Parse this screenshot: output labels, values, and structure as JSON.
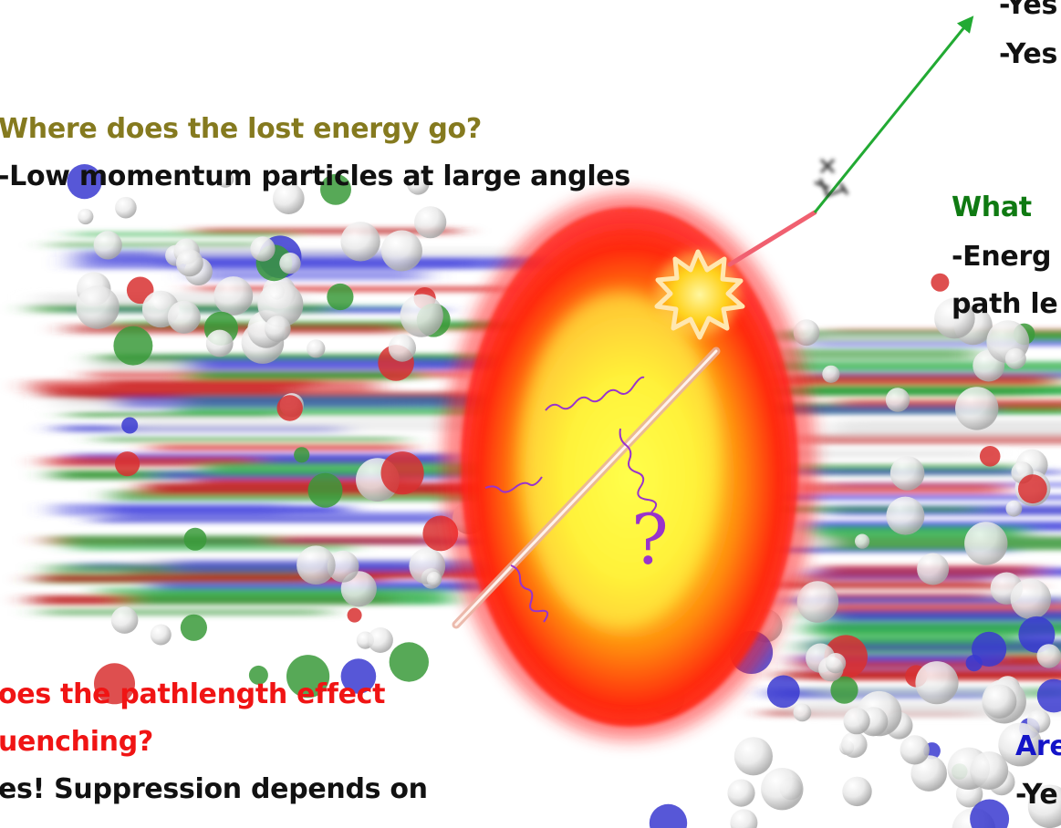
{
  "colors": {
    "olive": "#857a1f",
    "green": "#0f7a12",
    "red": "#f01414",
    "blue": "#1414c8",
    "text": "#111111",
    "jet_green": "#22aa33",
    "squiggle": "#9933cc"
  },
  "top_right": {
    "line1": "-Yes",
    "line2": "-Yes"
  },
  "where": {
    "question": "Where does the lost energy go?",
    "answer": "-Low momentum particles at large angles"
  },
  "what": {
    "question": "What",
    "answer1": "-Energ",
    "answer2": "path le"
  },
  "pathlength": {
    "question1": "oes the pathlength effect",
    "question2": "uenching?",
    "answer": "es! Suppression depends on"
  },
  "are": {
    "question": "Are",
    "answer": "-Ye"
  },
  "figure": {
    "question_mark": "?",
    "icons": [
      "jet-arrow-icon",
      "collision-flash-icon",
      "gluon-squiggle-icon"
    ]
  }
}
